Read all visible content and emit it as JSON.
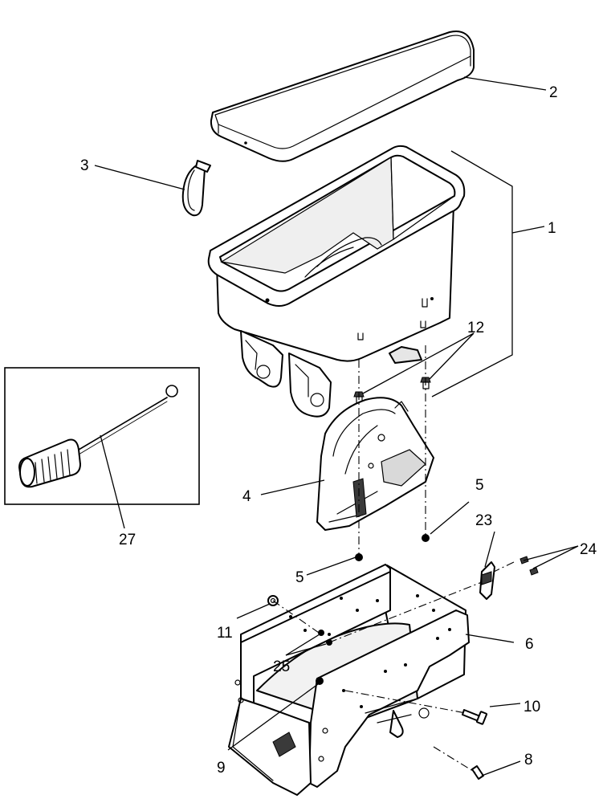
{
  "callouts": {
    "c1": "1",
    "c2": "2",
    "c3": "3",
    "c4": "4",
    "c5a": "5",
    "c5b": "5",
    "c6": "6",
    "c8": "8",
    "c9": "9",
    "c10": "10",
    "c11": "11",
    "c12": "12",
    "c23": "23",
    "c24": "24",
    "c25": "25",
    "c27": "27"
  }
}
